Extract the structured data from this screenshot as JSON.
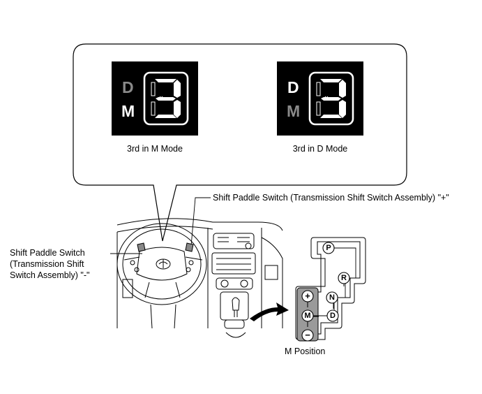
{
  "callout": {
    "left_display": {
      "indicator_top": "D",
      "indicator_bottom": "M",
      "active_indicator": "M",
      "gear_digit": "3",
      "caption": "3rd in M Mode"
    },
    "right_display": {
      "indicator_top": "D",
      "indicator_bottom": "M",
      "active_indicator": "D",
      "gear_digit": "3",
      "caption": "3rd in D Mode"
    }
  },
  "labels": {
    "paddle_plus": "Shift Paddle Switch (Transmission Shift Switch Assembly) \"+\"",
    "paddle_minus_line1": "Shift Paddle Switch",
    "paddle_minus_line2": "(Transmission Shift",
    "paddle_minus_line3": "Switch Assembly) \"-\"",
    "m_position": "M Position"
  },
  "shift_gate": {
    "positions": [
      "P",
      "R",
      "N",
      "D",
      "M"
    ],
    "plus_symbol": "+",
    "minus_symbol": "−"
  },
  "colors": {
    "display_bg": "#000000",
    "display_fg": "#ffffff",
    "display_dim": "#8a8a8a",
    "line": "#000000"
  }
}
